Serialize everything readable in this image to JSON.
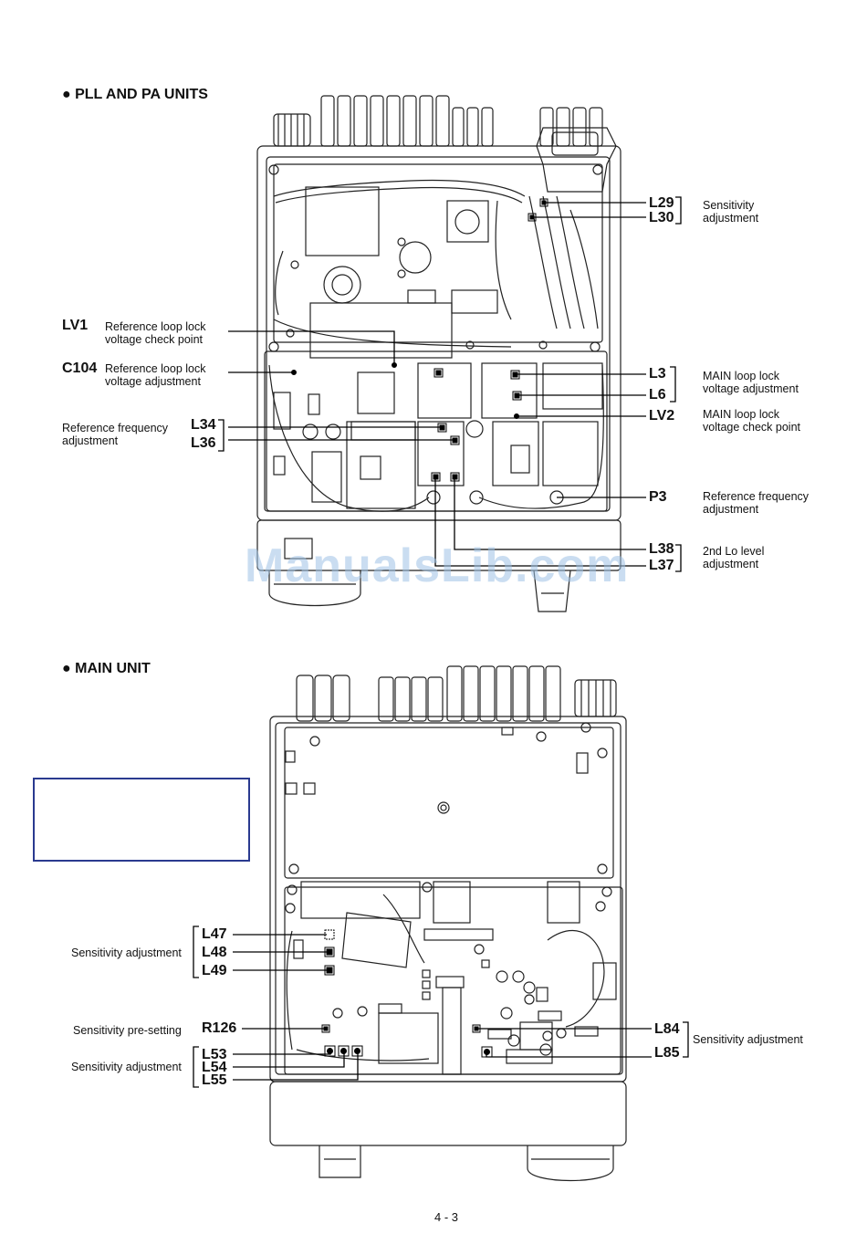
{
  "sections": {
    "pll": {
      "title": "● PLL AND PA UNITS"
    },
    "main": {
      "title": "● MAIN UNIT"
    }
  },
  "pll_labels": {
    "lv1": {
      "ref": "LV1",
      "desc1": "Reference loop lock",
      "desc2": "voltage check point"
    },
    "c104": {
      "ref": "C104",
      "desc1": "Reference loop lock",
      "desc2": "voltage adjustment"
    },
    "l34_l36": {
      "ref1": "L34",
      "ref2": "L36",
      "desc1": "Reference frequency",
      "desc2": "adjustment"
    },
    "l29_l30": {
      "ref1": "L29",
      "ref2": "L30",
      "desc1": "Sensitivity",
      "desc2": "adjustment"
    },
    "l3_l6": {
      "ref1": "L3",
      "ref2": "L6",
      "desc1": "MAIN loop  lock",
      "desc2": "voltage adjustment"
    },
    "lv2": {
      "ref": "LV2",
      "desc1": "MAIN loop lock",
      "desc2": "voltage check point"
    },
    "p3": {
      "ref": "P3",
      "desc1": "Reference frequency",
      "desc2": "adjustment"
    },
    "l38_l37": {
      "ref1": "L38",
      "ref2": "L37",
      "desc1": "2nd Lo level",
      "desc2": "adjustment"
    }
  },
  "main_labels": {
    "l47_l49": {
      "ref1": "L47",
      "ref2": "L48",
      "ref3": "L49",
      "desc": "Sensitivity adjustment"
    },
    "r126": {
      "ref": "R126",
      "desc": "Sensitivity pre-setting"
    },
    "l53_l55": {
      "ref1": "L53",
      "ref2": "L54",
      "ref3": "L55",
      "desc": "Sensitivity adjustment"
    },
    "l84_l85": {
      "ref1": "L84",
      "ref2": "L85",
      "desc": "Sensitivity adjustment"
    }
  },
  "watermark": "ManualsLib.com",
  "page_number": "4 - 3"
}
